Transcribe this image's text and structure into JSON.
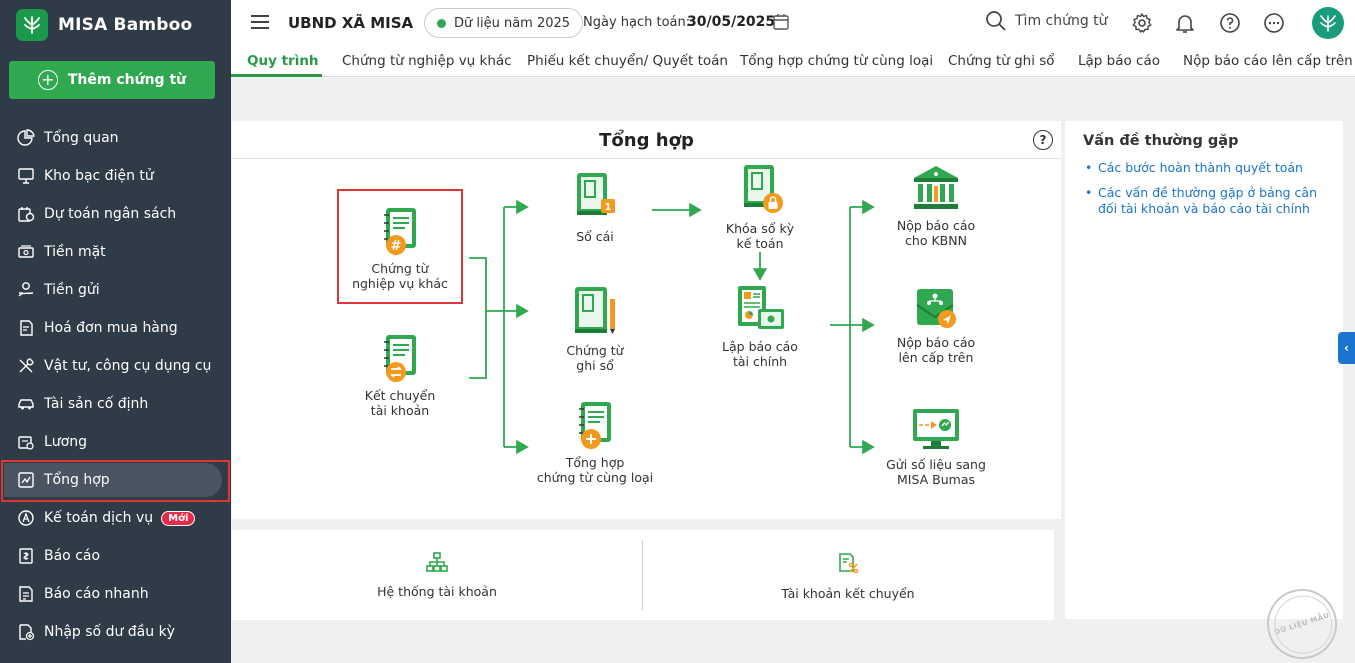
{
  "brand": {
    "name": "MISA Bamboo"
  },
  "sidebar": {
    "add_button": "Thêm chứng từ",
    "items": [
      {
        "label": "Tổng quan",
        "icon": "pie-chart-icon"
      },
      {
        "label": "Kho bạc điện tử",
        "icon": "monitor-icon"
      },
      {
        "label": "Dự toán ngân sách",
        "icon": "budget-icon"
      },
      {
        "label": "Tiền mặt",
        "icon": "cash-icon"
      },
      {
        "label": "Tiền gửi",
        "icon": "deposit-icon"
      },
      {
        "label": "Hoá đơn mua hàng",
        "icon": "invoice-icon"
      },
      {
        "label": "Vật tư, công cụ dụng cụ",
        "icon": "tools-icon"
      },
      {
        "label": "Tài sản cố định",
        "icon": "car-icon"
      },
      {
        "label": "Lương",
        "icon": "salary-icon"
      },
      {
        "label": "Tổng hợp",
        "icon": "summary-icon"
      },
      {
        "label": "Kế toán dịch vụ",
        "icon": "service-icon",
        "badge": "Mới"
      },
      {
        "label": "Báo cáo",
        "icon": "report-icon"
      },
      {
        "label": "Báo cáo nhanh",
        "icon": "quick-report-icon"
      },
      {
        "label": "Nhập số dư đầu kỳ",
        "icon": "opening-balance-icon"
      }
    ],
    "active_index": 9
  },
  "header": {
    "org": "UBND XÃ MISA",
    "year_pill": "Dữ liệu năm 2025",
    "accounting_date_label": "Ngày hạch toán:",
    "accounting_date": "30/05/2025",
    "search_label": "Tìm chứng từ"
  },
  "tabs": [
    "Quy trình",
    "Chứng từ nghiệp vụ khác",
    "Phiếu kết chuyển/ Quyết toán",
    "Tổng hợp chứng từ cùng loại",
    "Chứng từ ghi sổ",
    "Lập báo cáo",
    "Nộp báo cáo lên cấp trên"
  ],
  "process": {
    "title": "Tổng hợp",
    "nodes": {
      "other_docs": [
        "Chứng từ",
        "nghiệp vụ khác"
      ],
      "transfer": [
        "Kết chuyển",
        "tài khoản"
      ],
      "ledger": [
        "Sổ cái"
      ],
      "record_docs": [
        "Chứng từ",
        "ghi sổ"
      ],
      "same_type": [
        "Tổng hợp",
        "chứng từ cùng loại"
      ],
      "lock": [
        "Khóa sổ kỳ",
        "kế toán"
      ],
      "fin_report": [
        "Lập báo cáo",
        "tài chính"
      ],
      "kbnn": [
        "Nộp báo cáo",
        "cho KBNN"
      ],
      "superior": [
        "Nộp báo cáo",
        "lên cấp trên"
      ],
      "bumas": [
        "Gửi số liệu sang",
        "MISA Bumas"
      ]
    }
  },
  "bottom": {
    "accounts": "Hệ thống tài khoản",
    "transfer_accounts": "Tài khoản kết chuyển"
  },
  "issues": {
    "title": "Vấn đề thường gặp",
    "items": [
      "Các bước hoàn thành quyết toán",
      "Các vấn đề thường gặp ở bảng cân đối tài khoản và báo cáo tài chính"
    ]
  },
  "stamp": "DỮ LIỆU MẪU",
  "colors": {
    "sidebar": "#2f3b46",
    "accent": "#2fa84f",
    "link": "#1b75c9",
    "highlight": "#e03535"
  }
}
